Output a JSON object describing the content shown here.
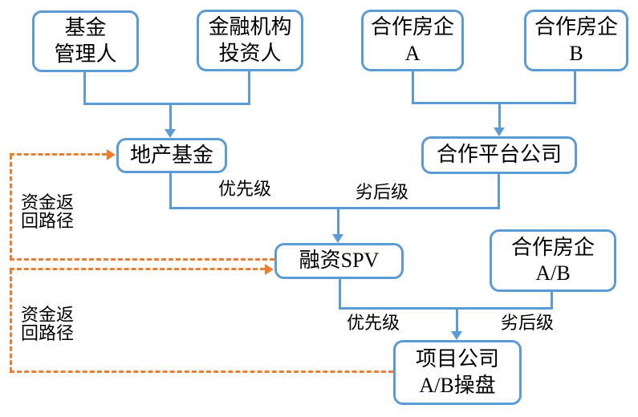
{
  "diagram": {
    "title": "real-estate-fund-structure-flowchart",
    "colors": {
      "box_border": "#5B9BD5",
      "connector": "#5B9BD5",
      "return_path": "#ED7D31",
      "text": "#000000",
      "background": "#FFFFFF"
    },
    "boxes": {
      "fund_manager": {
        "label": "基金\n管理人"
      },
      "financial_investor": {
        "label": "金融机构\n投资人"
      },
      "partner_a": {
        "label": "合作房企\nA"
      },
      "partner_b": {
        "label": "合作房企\nB"
      },
      "real_estate_fund": {
        "label": "地产基金"
      },
      "platform_company": {
        "label": "合作平台公司"
      },
      "financing_spv": {
        "label": "融资SPV"
      },
      "partner_ab": {
        "label": "合作房企\nA/B"
      },
      "project_company": {
        "label": "项目公司\nA/B操盘"
      }
    },
    "labels": {
      "senior_upper": "优先级",
      "junior_upper": "劣后级",
      "senior_lower": "优先级",
      "junior_lower": "劣后级",
      "return_path_upper": "资金返\n回路径",
      "return_path_lower": "资金返\n回路径"
    }
  }
}
